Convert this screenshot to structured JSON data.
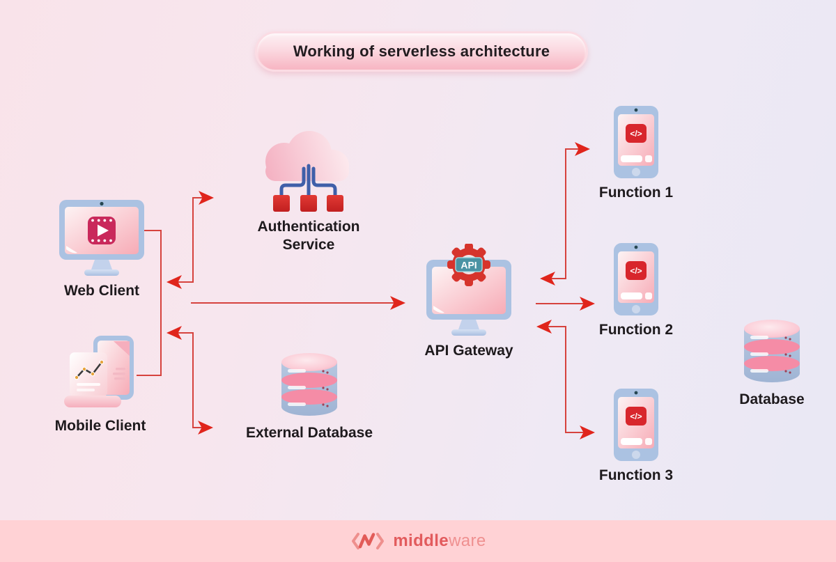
{
  "title": "Working of serverless architecture",
  "theme": {
    "bg_left": "#f9e3ea",
    "bg_right": "#e9e8f4",
    "footer_bg": "#ffd2d5",
    "arrow": "#d6423d",
    "arrow_head": "#e0251c",
    "accent_red": "#d8262c",
    "icon_frame_blue": "#abc2e2",
    "connector_blue": "#3f5fa9",
    "screen_pink": "#f7abb6",
    "api_badge_teal": "#4a93a4",
    "brand_dark": "#e25b5d",
    "brand_light": "#ef9090"
  },
  "nodes": {
    "web_client": {
      "label": "Web Client"
    },
    "mobile_client": {
      "label": "Mobile Client"
    },
    "auth_service": {
      "label": "Authentication Service"
    },
    "external_database": {
      "label": "External Database"
    },
    "api_gateway": {
      "label": "API Gateway",
      "badge": "API"
    },
    "function_1": {
      "label": "Function 1"
    },
    "function_2": {
      "label": "Function 2"
    },
    "function_3": {
      "label": "Function 3"
    },
    "database": {
      "label": "Database"
    }
  },
  "icons": {
    "code_glyph": "</>"
  },
  "connections": [
    {
      "from": "Web Client",
      "to": "Authentication Service",
      "direction": "bidirectional"
    },
    {
      "from": "Web Client / Mobile Client",
      "to": "API Gateway",
      "direction": "one-way"
    },
    {
      "from": "Web Client / Mobile Client",
      "to": "External Database",
      "direction": "bidirectional"
    },
    {
      "from": "API Gateway",
      "to": "Function 1",
      "direction": "bidirectional"
    },
    {
      "from": "API Gateway",
      "to": "Function 2",
      "direction": "one-way"
    },
    {
      "from": "API Gateway",
      "to": "Function 3",
      "direction": "bidirectional"
    }
  ],
  "footer": {
    "brand_bold": "middle",
    "brand_light": "ware"
  }
}
